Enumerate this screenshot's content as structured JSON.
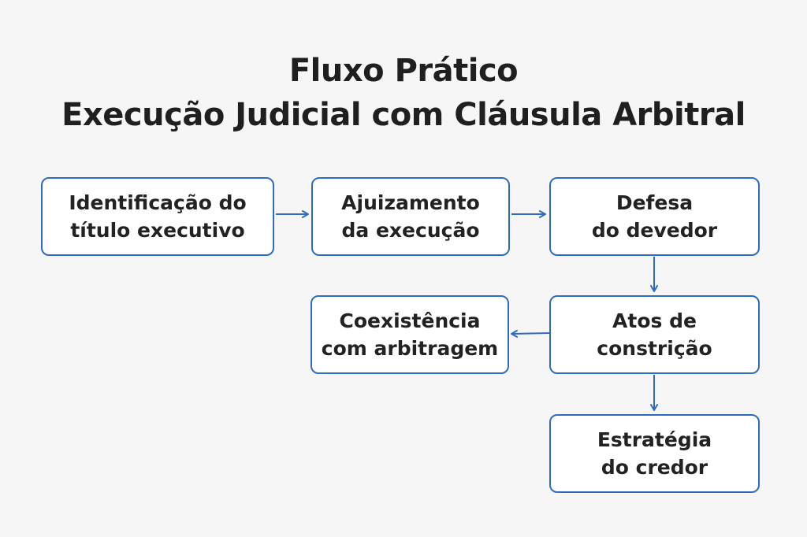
{
  "title": {
    "line1": "Fluxo Prático",
    "line2": "Execução Judicial com Cláusula Arbitral"
  },
  "nodes": {
    "identificacao": {
      "line1": "Identificação do",
      "line2": "título executivo"
    },
    "ajuizamento": {
      "line1": "Ajuizamento",
      "line2": "da execução"
    },
    "defesa": {
      "line1": "Defesa",
      "line2": "do devedor"
    },
    "atos": {
      "line1": "Atos de",
      "line2": "constrição"
    },
    "coexistencia": {
      "line1": "Coexistência",
      "line2": "com arbitragem"
    },
    "estrategia": {
      "line1": "Estratégia",
      "line2": "do credor"
    }
  },
  "edges": [
    {
      "from": "identificacao",
      "to": "ajuizamento"
    },
    {
      "from": "ajuizamento",
      "to": "defesa"
    },
    {
      "from": "defesa",
      "to": "atos"
    },
    {
      "from": "atos",
      "to": "coexistencia"
    },
    {
      "from": "atos",
      "to": "estrategia"
    }
  ],
  "colors": {
    "accent": "#2f6bc5",
    "background": "#f6f6f6",
    "node_fill": "#ffffff",
    "text": "#1f1f1f"
  }
}
